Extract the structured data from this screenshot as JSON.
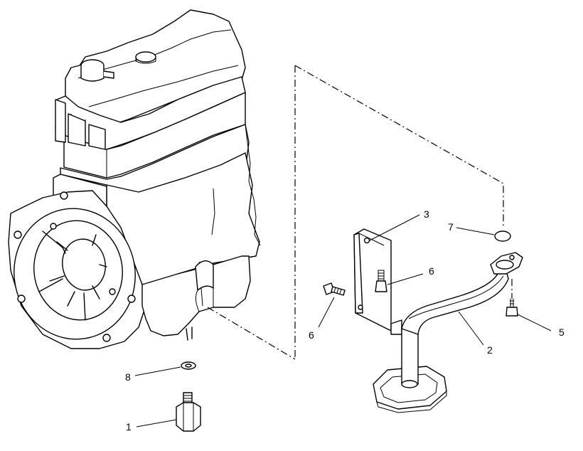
{
  "callouts": {
    "c1": "1",
    "c2": "2",
    "c3": "3",
    "c4": "5",
    "c5": "6",
    "c6": "6",
    "c7": "7",
    "c8": "8"
  }
}
